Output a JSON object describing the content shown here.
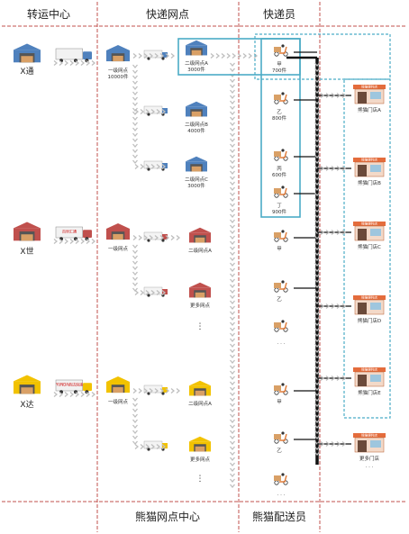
{
  "headers": {
    "top": [
      "转运中心",
      "快递网点",
      "快递员"
    ],
    "bottom": [
      "熊猫网点中心",
      "熊猫配送员"
    ]
  },
  "companies": [
    {
      "name": "X通",
      "truck_label": "",
      "level1": "一级网点\n10000件"
    },
    {
      "name": "X世",
      "truck_label": "百世汇通",
      "level1": "一级网点"
    },
    {
      "name": "X达",
      "truck_label": "YUNDA韵达快递",
      "level1": "一级网点"
    }
  ],
  "secondary": [
    {
      "label": "二级网点A",
      "count": "3000件"
    },
    {
      "label": "二级网点B",
      "count": "4000件"
    },
    {
      "label": "二级网点C",
      "count": "3000件"
    },
    {
      "label": "二级网点A",
      "count": ""
    },
    {
      "label": "更多网点",
      "count": ""
    },
    {
      "label": "二级网点A",
      "count": ""
    },
    {
      "label": "更多网点",
      "count": ""
    }
  ],
  "couriers_group1": [
    {
      "name": "甲",
      "count": "700件"
    },
    {
      "name": "乙",
      "count": "800件"
    },
    {
      "name": "丙",
      "count": "600件"
    },
    {
      "name": "丁",
      "count": "900件"
    }
  ],
  "couriers_group2": [
    "甲",
    "乙"
  ],
  "couriers_group3": [
    "甲",
    "乙"
  ],
  "stores": [
    "熊猫门店A",
    "熊猫门店B",
    "熊猫门店C",
    "熊猫门店D",
    "熊猫门店E",
    "更多门店"
  ],
  "store_sign": "熊猫便利店",
  "truck_brand_small": "YUNDA",
  "colors": {
    "divider": "#c0504d",
    "arrow": "#bfbfbf",
    "box": "#4bacc6",
    "dash_box": "#4bacc6",
    "building_blue": "#4f81bd",
    "building_red": "#c0504d",
    "building_yellow": "#f2c200",
    "store": "#e46c3c",
    "scooter": "#e07b39"
  }
}
